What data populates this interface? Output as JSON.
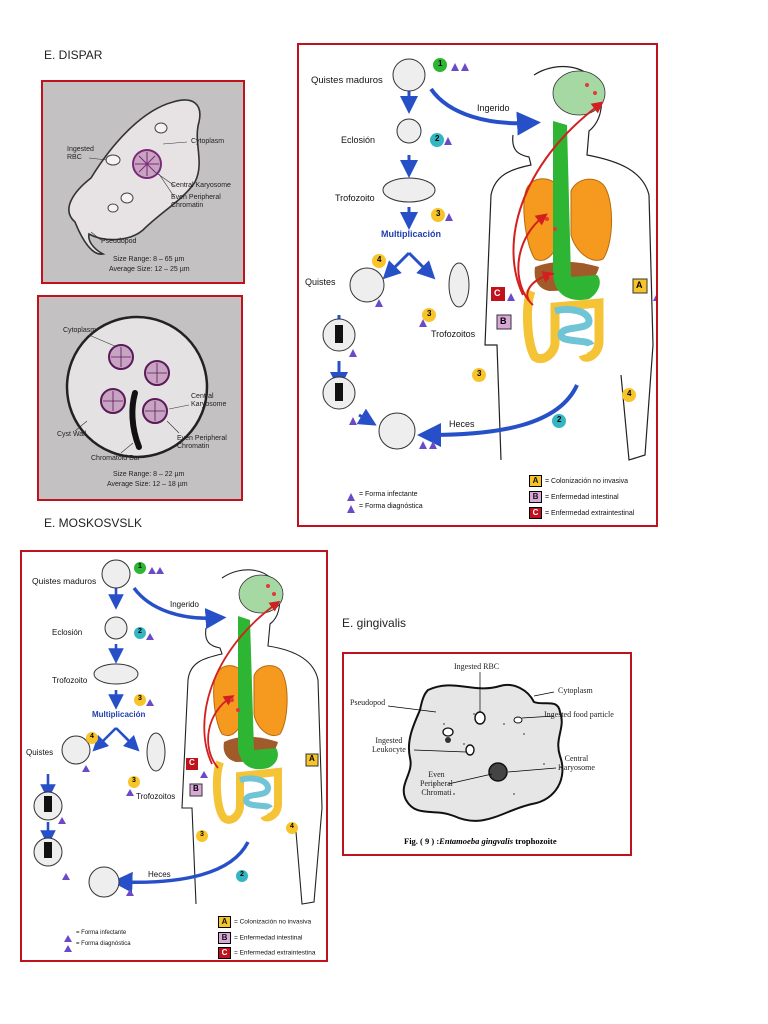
{
  "headings": {
    "dispar": "E. DISPAR",
    "moskovslk": "E. MOSKOSVSLK",
    "gingivalis": "E. gingivalis"
  },
  "trophozoite": {
    "labels": {
      "ingested_rbc": "Ingested\nRBC",
      "cytoplasm": "Cytoplasm",
      "central_karyosome": "Central Karyosome",
      "even_peripheral": "Even Peripheral\nChromatin",
      "pseudopod": "Pseudopod"
    },
    "size_range": "Size Range: 8 – 65 µm",
    "average_size": "Average Size: 12 – 25 µm"
  },
  "cyst": {
    "labels": {
      "cytoplasm": "Cytoplasm",
      "central_karyosome": "Central\nKaryosome",
      "cyst_wall": "Cyst Wall",
      "even_peripheral": "Even Peripheral\nChromatin",
      "chromatoid_bar": "Chromatoid Bar"
    },
    "size_range": "Size Range: 8 – 22 µm",
    "average_size": "Average Size: 12 – 18 µm"
  },
  "lifecycle": {
    "quistes_maduros": "Quistes maduros",
    "ingerido": "Ingerido",
    "eclosion": "Eclosión",
    "trofozoito": "Trofozoito",
    "multiplicacion": "Multiplicación",
    "quistes": "Quistes",
    "trofozoitos": "Trofozoitos",
    "heces": "Heces",
    "numbers": [
      "1",
      "2",
      "3",
      "4",
      "3",
      "2",
      "3",
      "4"
    ],
    "letters": [
      "A",
      "B",
      "C"
    ],
    "legend_infectante": "= Forma infectante",
    "legend_diagnostica": "= Forma diagnóstica",
    "legend_a": "= Colonización no invasiva",
    "legend_b": "= Enfermedad intestinal",
    "legend_c": "= Enfermedad extraintestinal",
    "legend_c_cut": "= Enfermedad extraintestina",
    "colors": {
      "green": "#2fb534",
      "cyan": "#33b6c2",
      "yellow": "#f7c52a",
      "orange_lung": "#f59a1e",
      "liver": "#a15a2a",
      "gut_yellow": "#f5c336",
      "gut_blue": "#6fc4d6",
      "brain": "#a6d8a3",
      "arrow_blue": "#2750c8",
      "red_path": "#d22020"
    }
  },
  "gingivalis_fig": {
    "labels": {
      "ingested_rbc": "Ingested RBC",
      "pseudopod": "Pseudopod",
      "cytoplasm": "Cytoplasm",
      "ingested_food": "Ingested food particle",
      "ingested_leukocyte": "Ingested\nLeukocyte",
      "central_karyosome": "Central\nKaryosome",
      "even_peripheral": "Even\nPeripheral\nChromati"
    },
    "caption_prefix": "Fig. ( 9 ) :",
    "caption_italic": "Entamoeba gingvalis",
    "caption_suffix": " trophozoite"
  }
}
